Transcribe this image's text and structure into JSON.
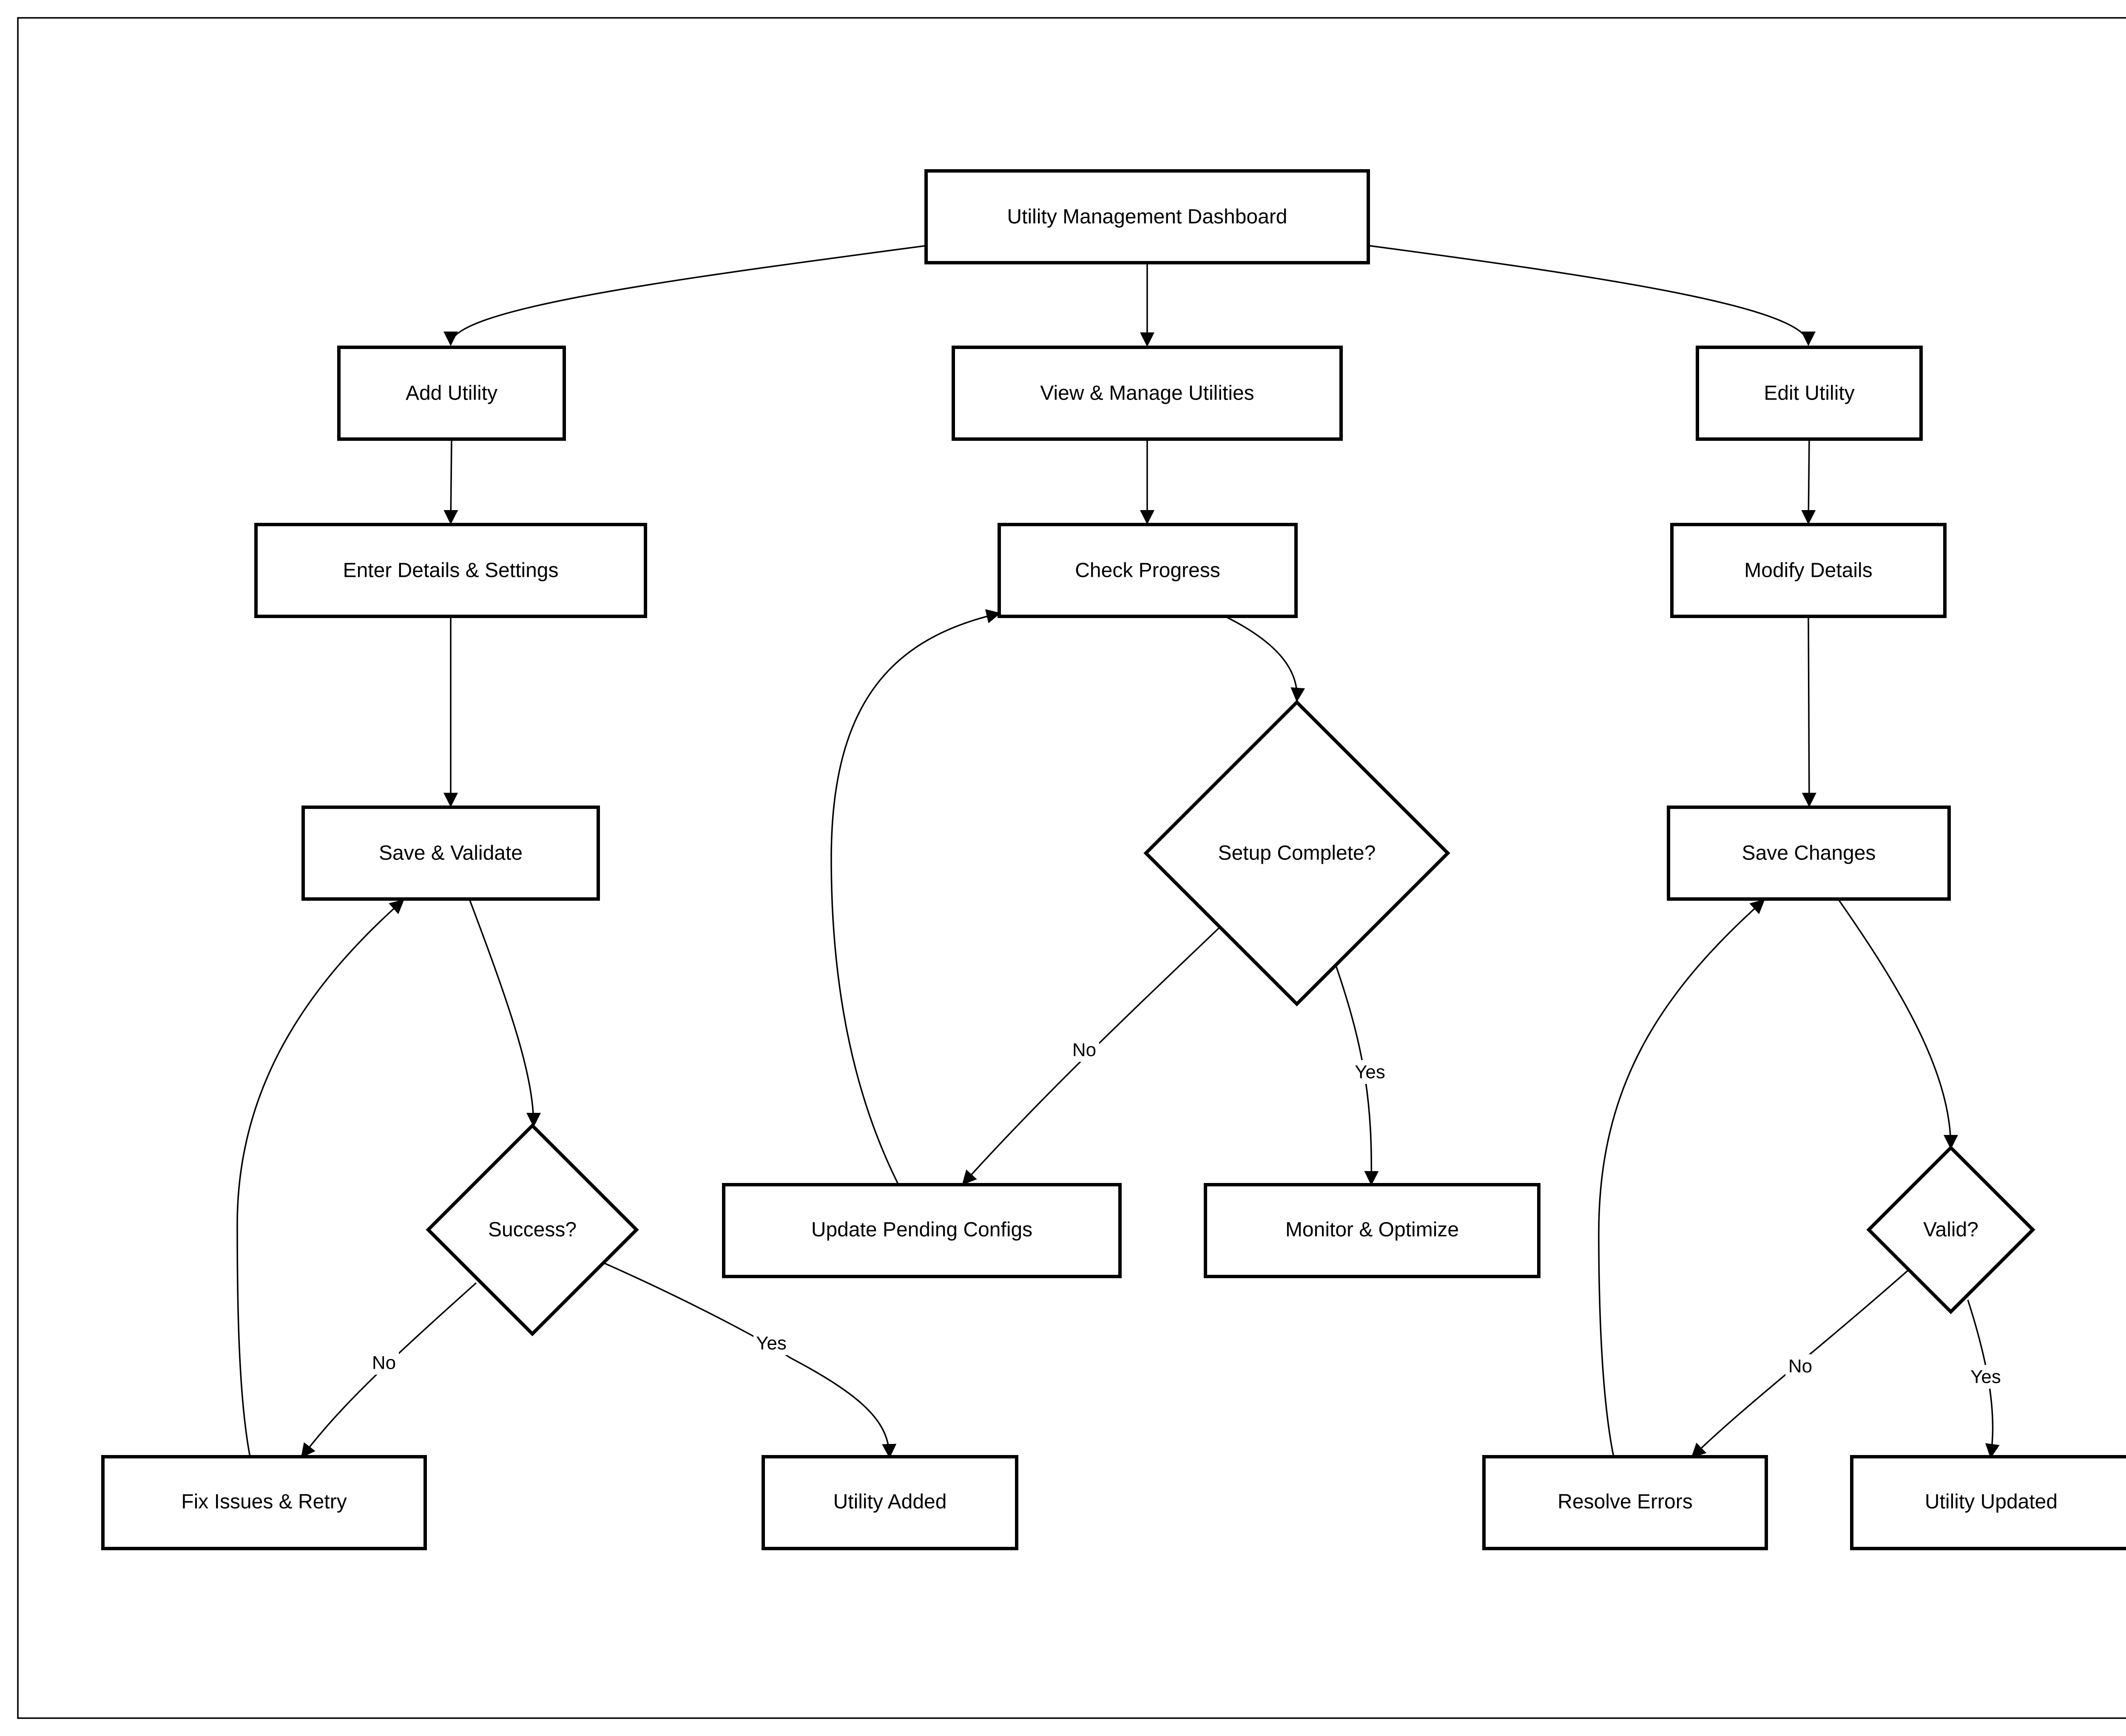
{
  "nodes": {
    "dashboard": "Utility Management Dashboard",
    "add_utility": "Add Utility",
    "view_manage": "View & Manage Utilities",
    "edit_utility": "Edit Utility",
    "enter_details": "Enter Details & Settings",
    "check_progress": "Check Progress",
    "modify_details": "Modify Details",
    "save_validate": "Save & Validate",
    "setup_complete": "Setup Complete?",
    "save_changes": "Save Changes",
    "success": "Success?",
    "update_pending": "Update Pending Configs",
    "monitor_optimize": "Monitor & Optimize",
    "valid": "Valid?",
    "fix_issues": "Fix Issues & Retry",
    "utility_added": "Utility Added",
    "resolve_errors": "Resolve Errors",
    "utility_updated": "Utility Updated"
  },
  "edge_labels": {
    "success_no": "No",
    "success_yes": "Yes",
    "setup_no": "No",
    "setup_yes": "Yes",
    "valid_no": "No",
    "valid_yes": "Yes"
  },
  "colors": {
    "stroke": "#000000",
    "fill": "#ffffff"
  }
}
